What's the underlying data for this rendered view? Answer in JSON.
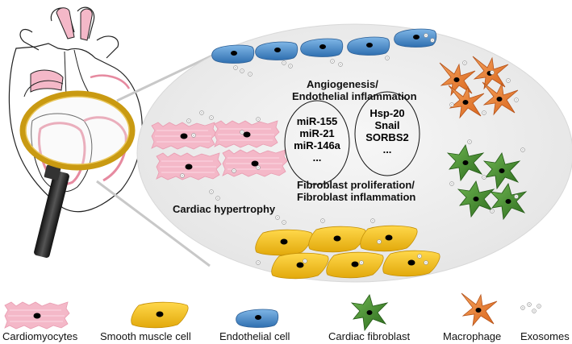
{
  "labels": {
    "angiogenesis_line1": "Angiogenesis/",
    "angiogenesis_line2": "Endothelial inflammation",
    "fibroblast_line1": "Fibroblast proliferation/",
    "fibroblast_line2": "Fibroblast inflammation",
    "hypertrophy": "Cardiac hypertrophy"
  },
  "mirna_list": [
    "miR-155",
    "miR-21",
    "miR-146a",
    "..."
  ],
  "protein_list": [
    "Hsp-20",
    "Snail",
    "SORBS2",
    "..."
  ],
  "legend": {
    "cardiomyocytes": "Cardiomyocytes",
    "smooth_muscle": "Smooth muscle cell",
    "endothelial": "Endothelial cell",
    "fibroblast": "Cardiac fibroblast",
    "macrophage": "Macrophage",
    "exosomes": "Exosomes"
  },
  "colors": {
    "cardiomyocyte": "#f4b8c8",
    "smooth_muscle": "#f2c21a",
    "endothelial": "#4a8fd0",
    "fibroblast": "#3f8c2c",
    "macrophage": "#e97e30",
    "background_oval": "#eeeeee",
    "magnifier_rim": "#c99a12"
  }
}
